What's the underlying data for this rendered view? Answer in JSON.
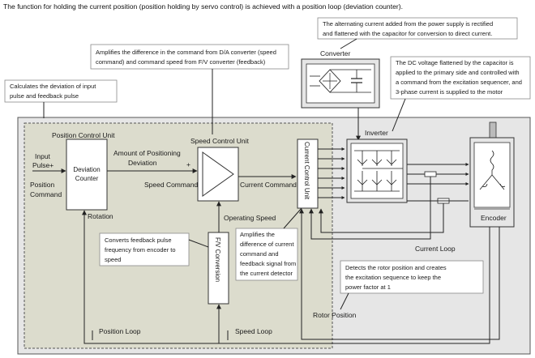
{
  "header": "The function for holding the current position (position holding by servo control) is achieved with a position loop (deviation counter).",
  "callouts": {
    "deviation": [
      "Calculates the deviation of input",
      "pulse and feedback pulse"
    ],
    "amplifies_da": [
      "Amplifies the difference in the command from D/A converter (speed",
      "command) and command speed from F/V converter (feedback)"
    ],
    "alternating": [
      "The alternating current added from the power supply is rectified",
      "and flattened with the capacitor for conversion to direct current."
    ],
    "dc_voltage": [
      "The DC voltage flattened by the capacitor is",
      "applied to the primary side and controlled with",
      "a command from the excitation sequencer, and",
      "3-phase current is supplied to the motor"
    ],
    "feedback_pulse": [
      "Converts feedback pulse",
      "frequency from encoder to",
      "speed"
    ],
    "current_amp": [
      "Amplifies the",
      "difference of current",
      "command and",
      "feedback signal from",
      "the current detector"
    ],
    "rotor": [
      "Detects the rotor position and creates",
      "the excitation sequence to keep the",
      "power factor at 1"
    ]
  },
  "labels": {
    "position_control_unit": "Position Control Unit",
    "speed_control_unit": "Speed Control Unit",
    "converter": "Converter",
    "inverter": "Inverter",
    "encoder": "Encoder",
    "input_pulse": [
      "Input",
      "Pulse+"
    ],
    "position_command": [
      "Position",
      "Command"
    ],
    "deviation_counter": [
      "Deviation",
      "Counter"
    ],
    "amount_positioning": [
      "Amount of Positioning",
      "Deviation"
    ],
    "plus": "+",
    "speed_command": "Speed Command",
    "current_command": "Current Command",
    "current_control_unit": "Current Control Unit",
    "rotation": "Rotation",
    "operating_speed": "Operating Speed",
    "fv_conversion": "F/V Conversion",
    "current_loop": "Current Loop",
    "rotor_position": "Rotor Position",
    "position_loop": "Position Loop",
    "speed_loop": "Speed Loop"
  },
  "colors": {
    "outer_bg": "#e6e6e6",
    "inner_bg": "#dcdccd",
    "callout_border": "#8a8a8a",
    "line": "#222222"
  }
}
